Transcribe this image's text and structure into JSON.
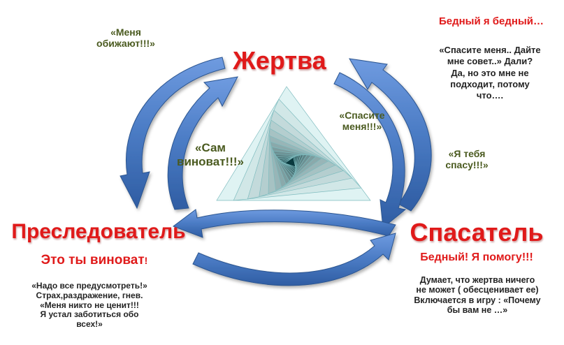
{
  "roles": {
    "victim": "Жертва",
    "persecutor": "Преследователь",
    "rescuer": "Спасатель"
  },
  "persecutor": {
    "tagline": "Это ты виноват",
    "tagline_mark": "!",
    "quote_lines": [
      "«Надо все предусмотреть!»",
      "Страх,раздражение, гнев.",
      "«Меня никто не ценит!!!",
      "Я устал заботиться обо",
      "всех!»"
    ]
  },
  "rescuer": {
    "tagline": "Бедный! Я  помогу!!!",
    "quote_lines": [
      "Думает, что жертва ничего",
      "не может ( обесценивает ее)",
      "Включается в игру : «Почему",
      "бы вам не …»"
    ]
  },
  "victim_block": {
    "heading": "Бедный я бедный…",
    "quote_lines": [
      "«Спасите меня.. Дайте",
      "мне совет..»  Дали?",
      "Да, но это мне не",
      "подходит,  потому",
      "что…."
    ]
  },
  "arrow_labels": {
    "offended": [
      "«Меня",
      "обижают!!!»"
    ],
    "save_me": [
      "«Спасите",
      "меня!!!»"
    ],
    "self_blame": [
      "«Сам",
      "виноват!!!»"
    ],
    "ill_save": [
      "«Я тебя",
      "спасу!!!»"
    ]
  },
  "colors": {
    "arrow_fill": "#4a7bc4",
    "arrow_edge": "#2c5590",
    "role_red": "#e01a1a",
    "quote_olive": "#4a5a1f",
    "triangle_light": "#dff3f3",
    "triangle_dark": "#0a3a3f"
  }
}
